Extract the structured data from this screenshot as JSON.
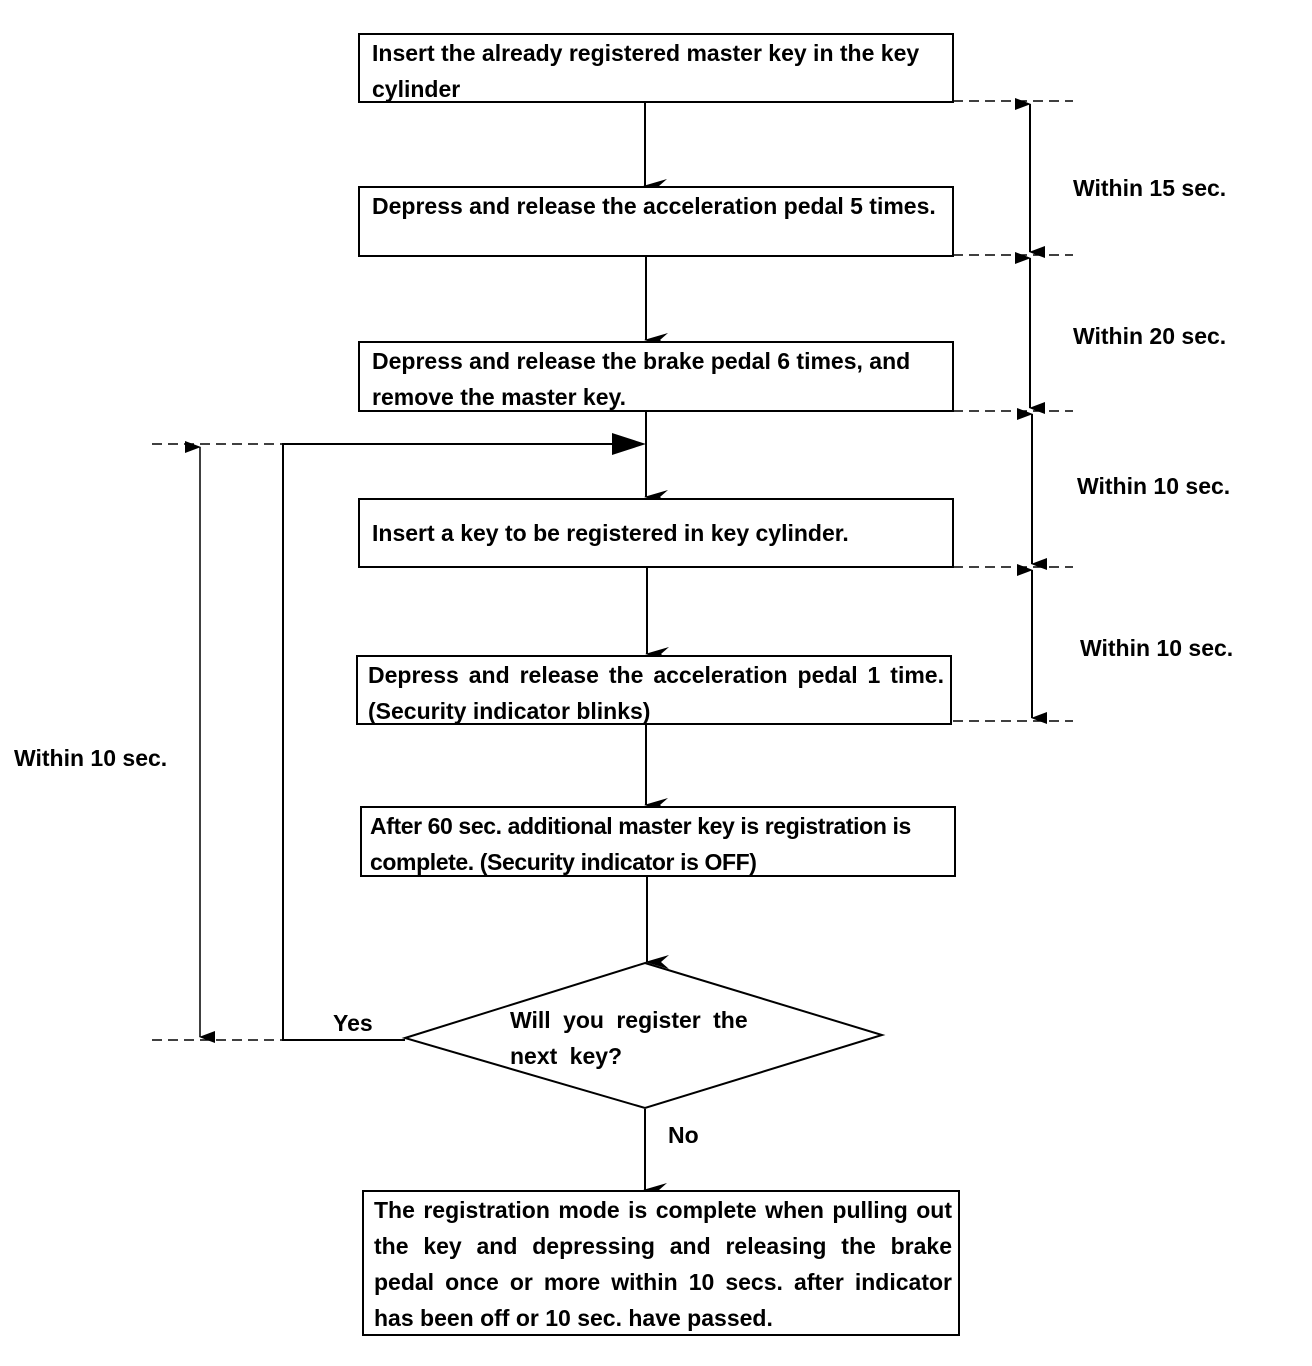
{
  "steps": [
    "Insert the already registered master key in the key cylinder",
    "Depress and release the acceleration pedal 5 times.",
    "Depress and release the brake pedal 6 times, and remove the master key.",
    "Insert a key to be registered in key cylinder.",
    "Depress and release the acceleration pedal 1 time. (Security indicator blinks)",
    "After 60 sec. additional master key is registration is complete. (Security indicator is OFF)",
    "The registration mode is complete when pulling out the key and depressing and releasing the brake pedal once or more within 10 secs. after indicator has been off or 10 sec. have passed."
  ],
  "decision": "Will you register the next key?",
  "branch_yes": "Yes",
  "branch_no": "No",
  "timings": {
    "t1": "Within 15 sec.",
    "t2": "Within 20 sec.",
    "t3": "Within 10 sec.",
    "t4": "Within 10 sec.",
    "loop": "Within 10 sec."
  }
}
